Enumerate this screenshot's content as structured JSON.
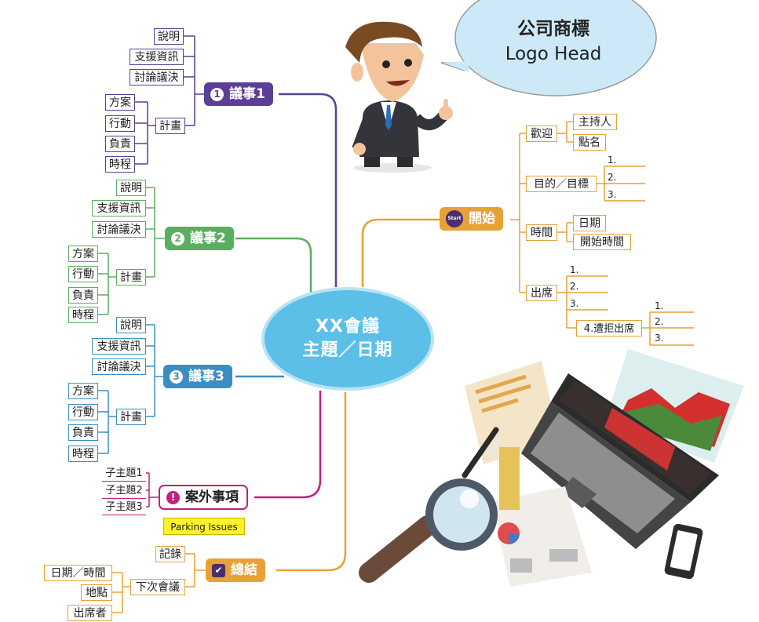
{
  "logo": {
    "line1": "公司商標",
    "line2": "Logo Head"
  },
  "center": {
    "line1": "XX會議",
    "line2": "主題／日期"
  },
  "agenda1": {
    "label": "議事1",
    "badge": "1",
    "color": "#5b3f96",
    "items": [
      "說明",
      "支援資訊",
      "討論議決"
    ],
    "plan": "計畫",
    "plan_items": [
      "方案",
      "行動",
      "負責",
      "時程"
    ]
  },
  "agenda2": {
    "label": "議事2",
    "badge": "2",
    "color": "#5aae60",
    "items": [
      "說明",
      "支援資訊",
      "討論議決"
    ],
    "plan": "計畫",
    "plan_items": [
      "方案",
      "行動",
      "負責",
      "時程"
    ]
  },
  "agenda3": {
    "label": "議事3",
    "badge": "3",
    "color": "#3b8ec2",
    "items": [
      "說明",
      "支援資訊",
      "討論議決"
    ],
    "plan": "計畫",
    "plan_items": [
      "方案",
      "行動",
      "負責",
      "時程"
    ]
  },
  "parking": {
    "label": "案外事項",
    "badge": "!",
    "color": "#c2207d",
    "items": [
      "子主題1",
      "子主題2",
      "子主題3"
    ],
    "tag": "Parking Issues"
  },
  "summary": {
    "label": "總結",
    "badge": "✔",
    "color": "#e8a137",
    "record": "記錄",
    "next": "下次會議",
    "next_items": [
      "日期／時間",
      "地點",
      "出席者"
    ]
  },
  "start": {
    "label": "開始",
    "badge": "Start",
    "color": "#e8a137",
    "welcome": "歡迎",
    "welcome_items": [
      "主持人",
      "點名"
    ],
    "purpose": "目的／目標",
    "purpose_items": [
      "1.",
      "2.",
      "3."
    ],
    "time": "時間",
    "time_items": [
      "日期",
      "開始時間"
    ],
    "attend": "出席",
    "attend_items": [
      "1.",
      "2.",
      "3."
    ],
    "absent": "4.遭拒出席",
    "absent_items": [
      "1.",
      "2.",
      "3."
    ]
  }
}
